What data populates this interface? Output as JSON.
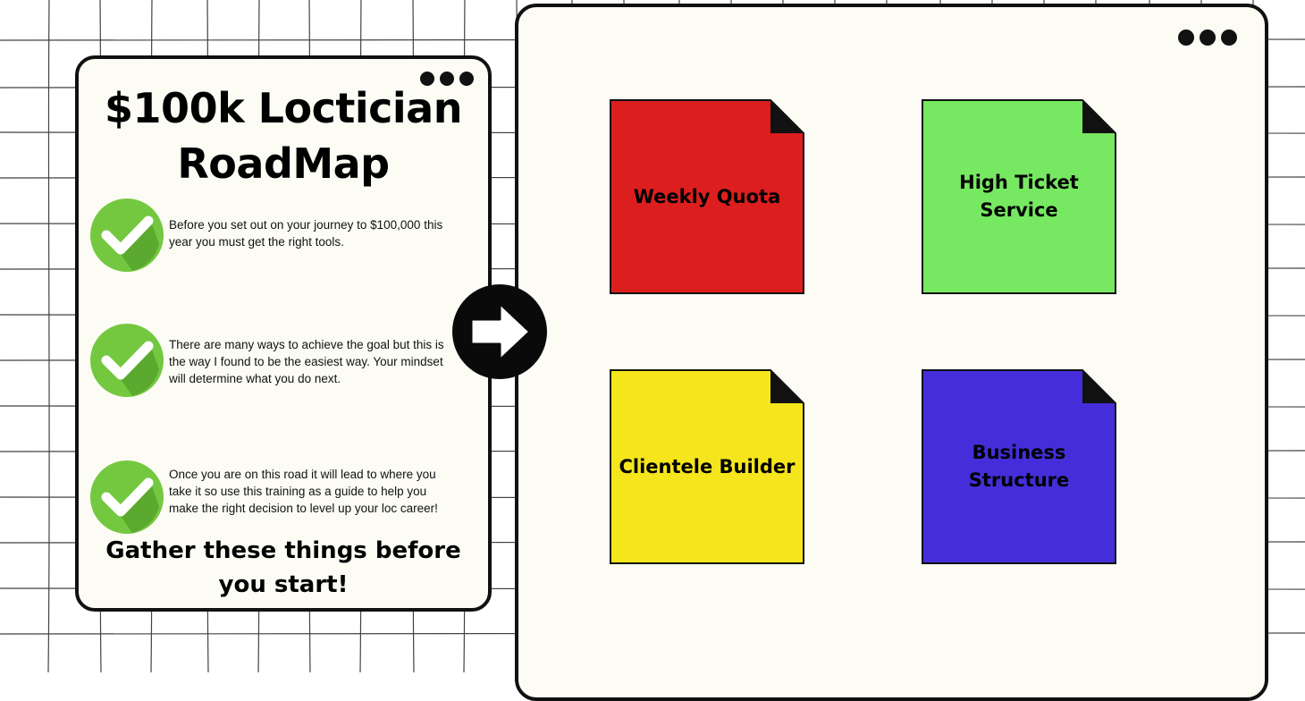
{
  "roadmap": {
    "title_line1": "$100k Loctician",
    "title_line2": "RoadMap",
    "items": [
      {
        "text": "Before you set out on your journey to $100,000 this year you must get the right tools."
      },
      {
        "text": "There are many ways to achieve the goal but this is the way I found to be the easiest way. Your mindset will determine what you do next."
      },
      {
        "text": "Once you are on this road it will lead to where you take it so use this training as a guide to help you make the right decision to level up your loc career!"
      }
    ],
    "footer_line1": "Gather these things before",
    "footer_line2": "you start!"
  },
  "notes": [
    {
      "label": "Weekly Quota",
      "color": "#dd1e1e"
    },
    {
      "label": "High Ticket Service",
      "color": "#77e862"
    },
    {
      "label": "Clientele Builder",
      "color": "#f5e51c"
    },
    {
      "label": "Business Structure",
      "color": "#452ed9"
    }
  ],
  "icons": {
    "check": "checkmark-circle-icon",
    "arrow": "arrow-right-circle-icon",
    "window_dots": "more-dots-icon"
  },
  "colors": {
    "check_green": "#74c83f",
    "check_shadow": "#5aa52e",
    "background": "#ffffff",
    "card": "#fcfcf5"
  }
}
